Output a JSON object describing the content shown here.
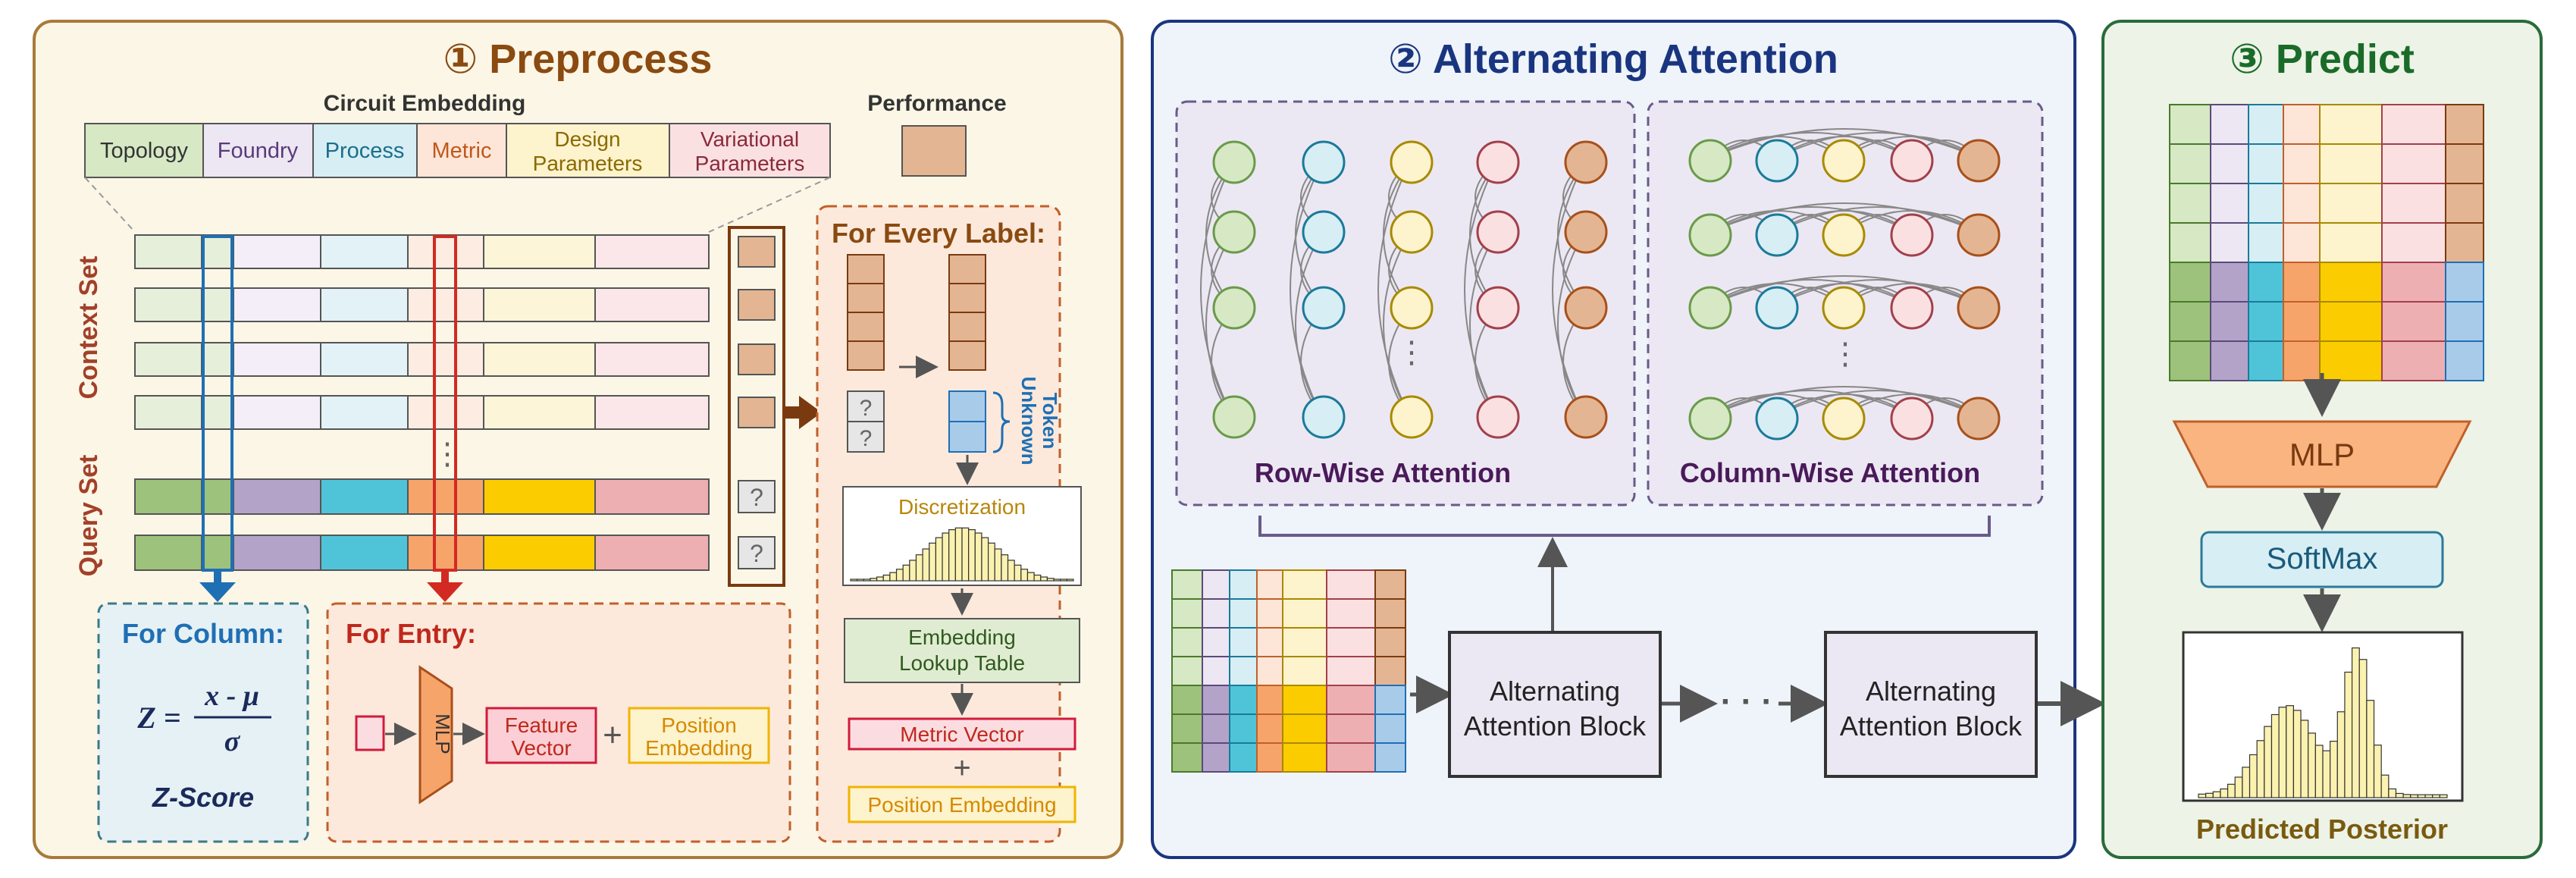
{
  "panels": {
    "preprocess": {
      "title": "① Preprocess",
      "circuit_embedding_label": "Circuit Embedding",
      "performance_label": "Performance",
      "columns": [
        "Topology",
        "Foundry",
        "Process",
        "Metric",
        "Design",
        "Parameters",
        "Variational",
        "Parameters"
      ],
      "context_set_label": "Context Set",
      "query_set_label": "Query Set",
      "ellipsis": "⋮",
      "unknown_mark": "?",
      "for_column": {
        "title": "For Column:",
        "formula_z": "Z =",
        "formula_num": "x - μ",
        "formula_den": "σ",
        "caption": "Z-Score"
      },
      "for_entry": {
        "title": "For Entry:",
        "mlp": "MLP",
        "feature": "Feature",
        "vector": "Vector",
        "plus": "+",
        "position": "Position",
        "embedding": "Embedding"
      },
      "for_label": {
        "title": "For Every Label:",
        "unknown": "Unknown",
        "token": "Token",
        "discretization": "Discretization",
        "lookup_1": "Embedding",
        "lookup_2": "Lookup Table",
        "metric_vector": "Metric Vector",
        "plus": "+",
        "position_embedding": "Position Embedding"
      }
    },
    "attention": {
      "title": "② Alternating Attention",
      "row_wise": "Row-Wise Attention",
      "column_wise": "Column-Wise Attention",
      "block_line1": "Alternating",
      "block_line2": "Attention Block",
      "dots": "· · ·",
      "vdots": "⋮"
    },
    "predict": {
      "title": "③ Predict",
      "mlp": "MLP",
      "softmax": "SoftMax",
      "posterior": "Predicted Posterior"
    }
  },
  "colors": {
    "topology": "#d6e8c4",
    "topology_dark": "#9dc27b",
    "foundry": "#ede6f3",
    "foundry_dark": "#b4a3c9",
    "process": "#d6eef4",
    "process_dark": "#4fc4d9",
    "metric": "#fde6d8",
    "metric_dark": "#f7a46a",
    "design": "#fdf3cc",
    "design_dark": "#fbcc00",
    "variational": "#fbe0e2",
    "variational_dark": "#eeafb3",
    "performance": "#e4b592",
    "preprocess_title": "#8a4a10",
    "attention_title": "#1a3580",
    "predict_title": "#1a6b2a",
    "for_column_title": "#1f6fb4",
    "for_entry_title": "#c0281c"
  }
}
